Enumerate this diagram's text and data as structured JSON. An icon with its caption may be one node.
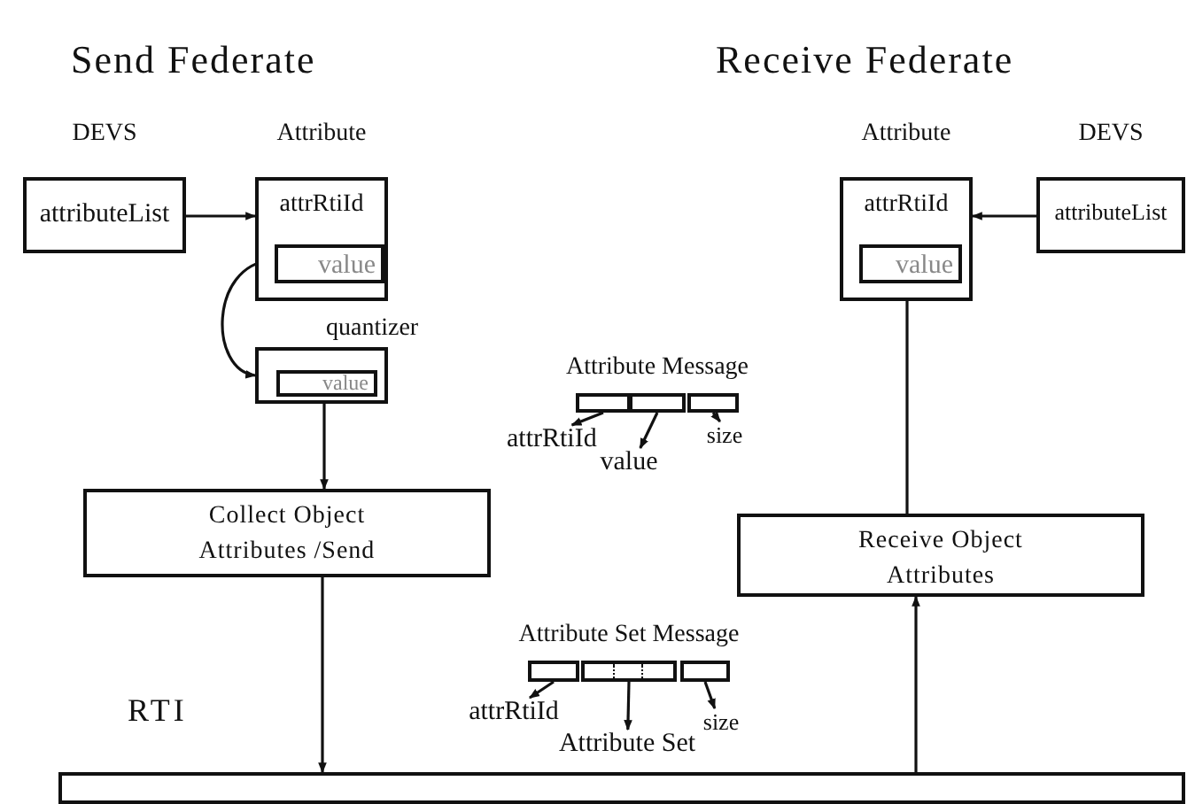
{
  "diagram": {
    "nodes": [
      {
        "text": [
          "DEVS",
          "attributeList"
        ]
      },
      {
        "text": [
          "Attribute",
          "attrRtiId"
        ]
      },
      {
        "text": [
          "value"
        ],
        "in": 1
      },
      {
        "text": [
          "quantizer"
        ]
      },
      {
        "text": [
          "value"
        ],
        "in": 3
      },
      {
        "text": [
          "Collect Object Attributes /Send"
        ]
      },
      {
        "text": [
          "Attribute",
          "attrRtiId"
        ]
      },
      {
        "text": [
          "value"
        ],
        "in": 6
      },
      {
        "text": [
          "DEVS",
          "attributeList"
        ]
      },
      {
        "text": [
          "Receive Object Attributes"
        ]
      },
      {
        "text": [
          "RTI"
        ]
      },
      {
        "text": [
          "Attribute Message"
        ]
      },
      {
        "text": [],
        "shape": "box",
        "in": 11
      },
      {
        "text": [],
        "shape": "box",
        "in": 11
      },
      {
        "text": [],
        "shape": "box",
        "in": 11
      },
      {
        "text": [
          "attrRtiId"
        ]
      },
      {
        "text": [
          "value"
        ]
      },
      {
        "text": [
          "size"
        ]
      },
      {
        "text": [
          "Attribute Set Message"
        ]
      },
      {
        "text": [],
        "shape": "box",
        "in": 18
      },
      {
        "text": [],
        "shape": "box",
        "in": 18
      },
      {
        "text": [],
        "shape": "box",
        "in": 18
      },
      {
        "text": [
          "attrRtiId"
        ]
      },
      {
        "text": [
          "Attribute Set"
        ]
      },
      {
        "text": [
          "size"
        ]
      }
    ],
    "edges": [
      {
        "from": 0,
        "to": 1,
        "arrow": "to"
      },
      {
        "from": 2,
        "to": 3,
        "arrow": "to"
      },
      {
        "from": 4,
        "to": 5,
        "arrow": "to"
      },
      {
        "from": 5,
        "to": 10,
        "arrow": "to"
      },
      {
        "from": 10,
        "to": 9,
        "arrow": "to"
      },
      {
        "from": 9,
        "to": 7,
        "arrow": "to"
      },
      {
        "from": 8,
        "to": 6,
        "arrow": "to"
      },
      {
        "from": 12,
        "to": 15,
        "arrow": "to"
      },
      {
        "from": 13,
        "to": 16,
        "arrow": "to"
      },
      {
        "from": 14,
        "to": 17,
        "arrow": "to"
      },
      {
        "from": 19,
        "to": 22,
        "arrow": "to"
      },
      {
        "from": 20,
        "to": 23,
        "arrow": "to"
      },
      {
        "from": 21,
        "to": 24,
        "arrow": "to"
      }
    ],
    "labels": [
      "Send Federate",
      "Receive Federate"
    ]
  }
}
